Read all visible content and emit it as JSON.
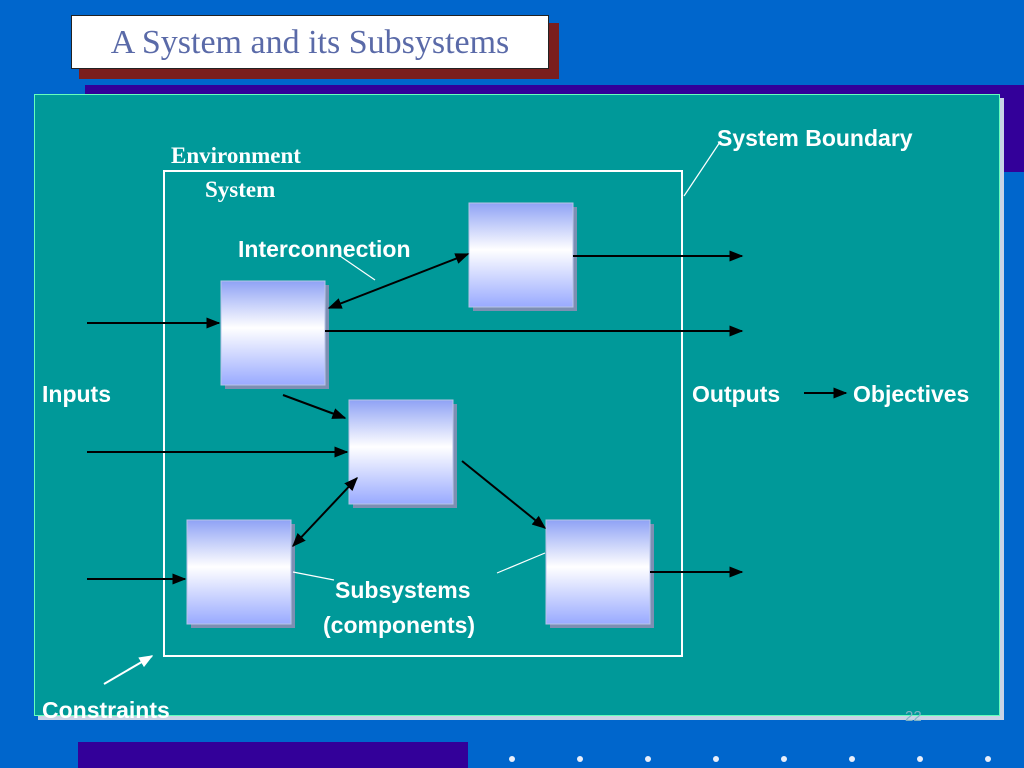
{
  "slide": {
    "title": "A System and its Subsystems",
    "page_number": "22"
  },
  "diagram": {
    "labels": {
      "system_boundary": "System Boundary",
      "environment": "Environment",
      "system": "System",
      "interconnection": "Interconnection",
      "inputs": "Inputs",
      "outputs": "Outputs",
      "objectives": "Objectives",
      "subsystems_line1": "Subsystems",
      "subsystems_line2": "(components)",
      "constraints": "Constraints"
    },
    "colors": {
      "background": "#0066cc",
      "panel": "#009999",
      "band": "#330099",
      "title_text": "#5a6aa8",
      "box_top": "#ffffff",
      "box_bottom": "#99aaff",
      "arrow": "#000000",
      "boundary": "#ffffff"
    }
  }
}
